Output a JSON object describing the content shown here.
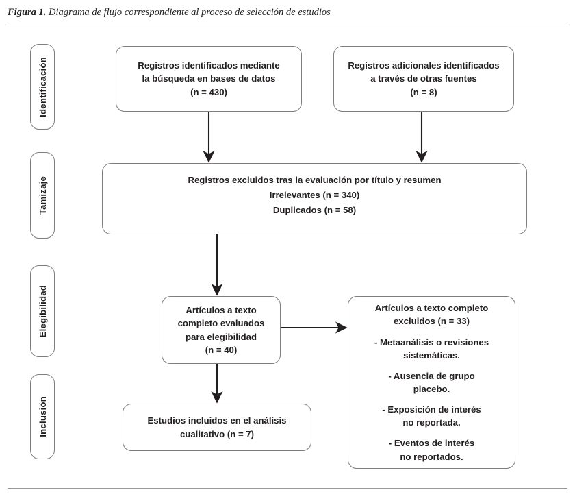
{
  "figure": {
    "caption_lead": "Figura 1.",
    "caption_text": "Diagrama de flujo correspondiente al proceso de selección de estudios"
  },
  "colors": {
    "text": "#231f20",
    "box_border": "#7d7d7d",
    "rule": "#9a9a9a",
    "arrow": "#231f20",
    "background": "#ffffff"
  },
  "stages": [
    {
      "label": "Identificación"
    },
    {
      "label": "Tamizaje"
    },
    {
      "label": "Elegibilidad"
    },
    {
      "label": "Inclusión"
    }
  ],
  "nodes": {
    "identificados": {
      "line1": "Registros identificados mediante",
      "line2": "la búsqueda en bases de datos",
      "line3": "(n = 430)",
      "count": 430
    },
    "adicionales": {
      "line1": "Registros adicionales identificados",
      "line2": "a través de otras fuentes",
      "line3": "(n = 8)",
      "count": 8
    },
    "excluidos_tamizaje": {
      "line1": "Registros excluidos tras la evaluación por título y resumen",
      "line2": "Irrelevantes (n = 340)",
      "line3": "Duplicados (n = 58)",
      "irrelevantes": 340,
      "duplicados": 58
    },
    "elegibilidad": {
      "line1": "Artículos a texto",
      "line2": "completo evaluados",
      "line3": "para elegibilidad",
      "line4": "(n = 40)",
      "count": 40
    },
    "excluidos_texto": {
      "heading_line1": "Artículos a texto completo",
      "heading_line2": "excluidos (n = 33)",
      "count": 33,
      "reasons": [
        {
          "line1": "- Metaanálisis o revisiones",
          "line2": "sistemáticas."
        },
        {
          "line1": "- Ausencia de grupo",
          "line2": "placebo."
        },
        {
          "line1": "- Exposición de interés",
          "line2": "no reportada."
        },
        {
          "line1": "- Eventos de interés",
          "line2": "no reportados."
        }
      ]
    },
    "incluidos": {
      "line1": "Estudios incluidos en el análisis",
      "line2": "cualitativo (n = 7)",
      "count": 7
    }
  },
  "connectors": [
    {
      "name": "identificados-to-excluidos",
      "direction": "down"
    },
    {
      "name": "adicionales-to-excluidos",
      "direction": "down"
    },
    {
      "name": "excluidos-to-elegibilidad",
      "direction": "down"
    },
    {
      "name": "elegibilidad-to-excluidos-texto",
      "direction": "right"
    },
    {
      "name": "elegibilidad-to-incluidos",
      "direction": "down"
    }
  ]
}
